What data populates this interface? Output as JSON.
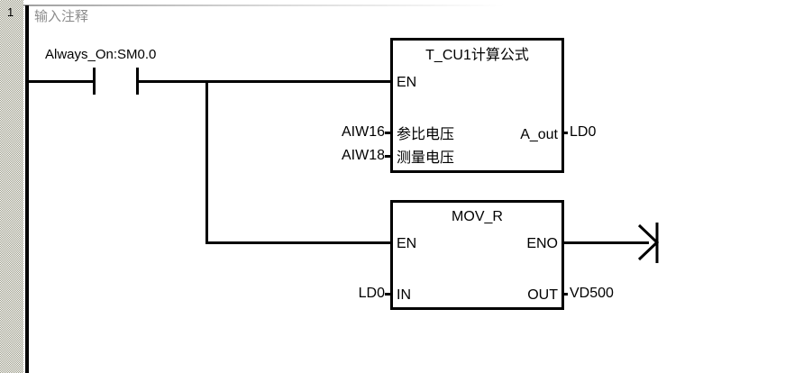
{
  "editor": {
    "network_number": "1",
    "comment": "输入注释"
  },
  "rung": {
    "contact": {
      "label": "Always_On:SM0.0",
      "type": "normally-open-contact"
    }
  },
  "blocks": [
    {
      "title": "T_CU1计算公式",
      "en_pin": "EN",
      "inputs": [
        {
          "pin": "参比电压",
          "operand": "AIW16"
        },
        {
          "pin": "测量电压",
          "operand": "AIW18"
        }
      ],
      "outputs": [
        {
          "pin": "A_out",
          "operand": "LD0"
        }
      ]
    },
    {
      "title": "MOV_R",
      "en_pin": "EN",
      "eno_pin": "ENO",
      "inputs": [
        {
          "pin": "IN",
          "operand": "LD0"
        }
      ],
      "outputs": [
        {
          "pin": "OUT",
          "operand": "VD500"
        }
      ]
    }
  ],
  "terminator": {
    "name": "rung-terminator-arrow"
  },
  "colors": {
    "wire": "#000000",
    "comment_text": "#8c8c8c",
    "background": "#ffffff",
    "gutter_dither": "#9b9b88"
  }
}
